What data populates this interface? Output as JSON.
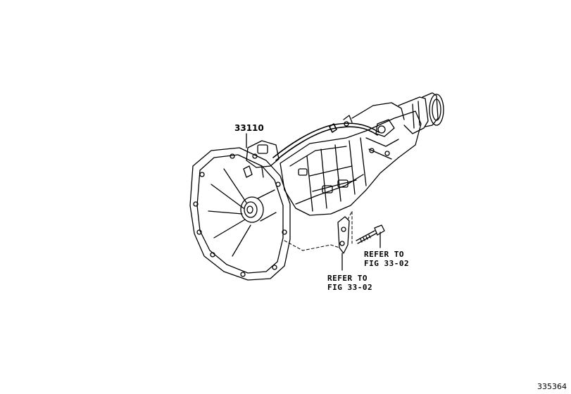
{
  "callouts": {
    "part_number": "33110",
    "refer_left": {
      "line1": "REFER TO",
      "line2": "FIG 33-02"
    },
    "refer_right": {
      "line1": "REFER TO",
      "line2": "FIG 33-02"
    }
  },
  "illustration_id": "335364"
}
